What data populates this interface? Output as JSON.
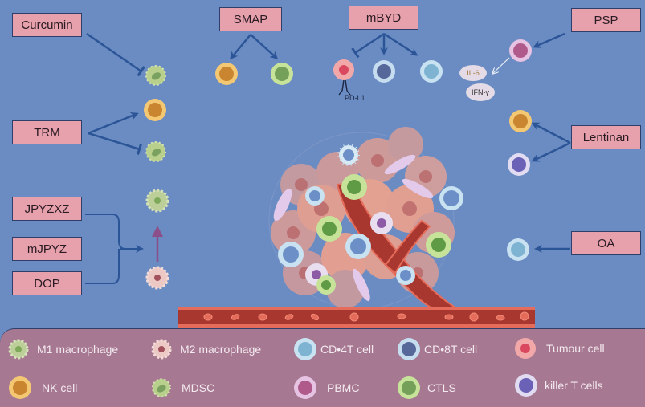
{
  "diagram": {
    "background_color": "#6b8cc2",
    "box_color": "#e6a1ac",
    "arrow_color": "#2c5597",
    "agents": [
      {
        "id": "curcumin",
        "label": "Curcumin"
      },
      {
        "id": "smap",
        "label": "SMAP"
      },
      {
        "id": "mbyd",
        "label": "mBYD"
      },
      {
        "id": "psp",
        "label": "PSP"
      },
      {
        "id": "trm",
        "label": "TRM"
      },
      {
        "id": "lentinan",
        "label": "Lentinan"
      },
      {
        "id": "jpyzxz",
        "label": "JPYZXZ"
      },
      {
        "id": "mjpyz",
        "label": "mJPYZ"
      },
      {
        "id": "dop",
        "label": "DOP"
      },
      {
        "id": "oa",
        "label": "OA"
      }
    ],
    "annotations": {
      "pdl1": "PD-L1",
      "il6": "IL-6",
      "ifng": "IFN-γ"
    },
    "relations": [
      {
        "from": "Curcumin",
        "to": "MDSC",
        "type": "inhibit"
      },
      {
        "from": "TRM",
        "to": "NK cell",
        "type": "activate"
      },
      {
        "from": "TRM",
        "to": "MDSC",
        "type": "inhibit"
      },
      {
        "from": "SMAP",
        "to": "NK cell",
        "type": "activate"
      },
      {
        "from": "SMAP",
        "to": "CTLS",
        "type": "activate"
      },
      {
        "from": "mBYD",
        "to": "Tumour cell",
        "type": "inhibit"
      },
      {
        "from": "mBYD",
        "to": "CD•8T cell",
        "type": "activate"
      },
      {
        "from": "mBYD",
        "to": "CD•4T cell",
        "type": "activate"
      },
      {
        "from": "PSP",
        "to": "PBMC",
        "type": "activate"
      },
      {
        "from": "PBMC",
        "to": "IL-6 / IFN-γ",
        "type": "secrete"
      },
      {
        "from": "Lentinan",
        "to": "NK cell",
        "type": "activate"
      },
      {
        "from": "Lentinan",
        "to": "killer T cells",
        "type": "activate"
      },
      {
        "from": "JPYZXZ / mJPYZ / DOP",
        "to": "M2 to M1 macrophage polarization",
        "type": "activate"
      },
      {
        "from": "OA",
        "to": "CD•4T cell",
        "type": "activate"
      }
    ]
  },
  "legend": {
    "items": [
      {
        "label": "M1 macrophage",
        "icon": "m1-macrophage-icon"
      },
      {
        "label": "M2 macrophage",
        "icon": "m2-macrophage-icon"
      },
      {
        "label": "CD•4T cell",
        "icon": "cd4-t-cell-icon"
      },
      {
        "label": "CD•8T cell",
        "icon": "cd8-t-cell-icon"
      },
      {
        "label": "Tumour cell",
        "icon": "tumour-cell-icon"
      },
      {
        "label": "NK cell",
        "icon": "nk-cell-icon"
      },
      {
        "label": "MDSC",
        "icon": "mdsc-icon"
      },
      {
        "label": "PBMC",
        "icon": "pbmc-icon"
      },
      {
        "label": "CTLS",
        "icon": "ctls-icon"
      },
      {
        "label": "killer T cells",
        "icon": "killer-t-cell-icon"
      }
    ]
  }
}
